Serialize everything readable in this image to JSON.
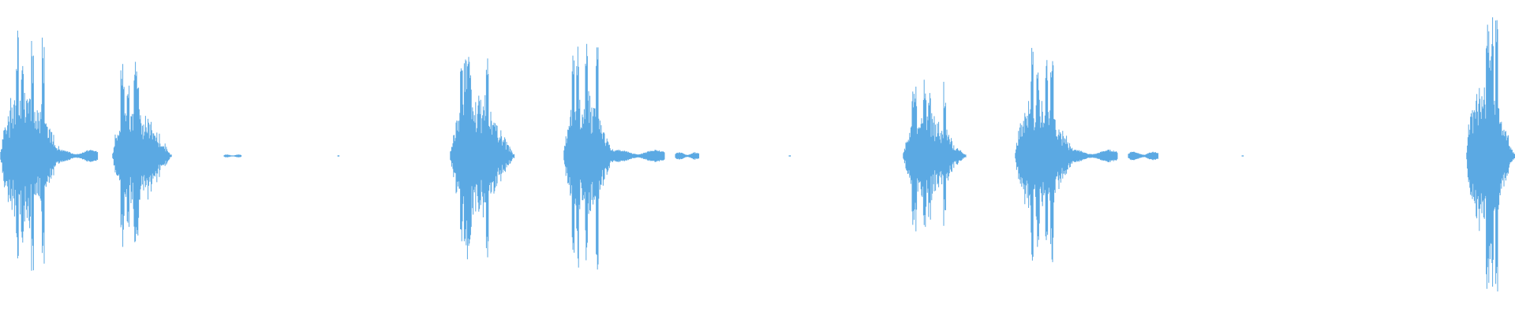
{
  "waveform": {
    "color": "#5ba9e3",
    "background": "#ffffff",
    "duration_s": 9.6,
    "bursts": [
      {
        "start_s": 0.0,
        "end_s": 0.4,
        "peak": 0.9,
        "seed": 3
      },
      {
        "start_s": 0.71,
        "end_s": 1.09,
        "peak": 0.66,
        "seed": 7
      },
      {
        "start_s": 2.85,
        "end_s": 3.26,
        "peak": 0.8,
        "seed": 11
      },
      {
        "start_s": 3.57,
        "end_s": 3.9,
        "peak": 0.84,
        "seed": 13
      },
      {
        "start_s": 5.72,
        "end_s": 6.12,
        "peak": 0.55,
        "seed": 17
      },
      {
        "start_s": 6.43,
        "end_s": 6.82,
        "peak": 0.78,
        "seed": 19
      },
      {
        "start_s": 9.29,
        "end_s": 9.6,
        "peak": 0.99,
        "seed": 23
      }
    ],
    "tails": [
      {
        "start_s": 0.35,
        "end_s": 0.62,
        "level": 0.05
      },
      {
        "start_s": 1.42,
        "end_s": 1.53,
        "level": 0.012
      },
      {
        "start_s": 2.14,
        "end_s": 2.15,
        "level": 0.006
      },
      {
        "start_s": 3.87,
        "end_s": 4.21,
        "level": 0.05
      },
      {
        "start_s": 4.28,
        "end_s": 4.43,
        "level": 0.03
      },
      {
        "start_s": 5.0,
        "end_s": 5.01,
        "level": 0.006
      },
      {
        "start_s": 6.76,
        "end_s": 7.08,
        "level": 0.05
      },
      {
        "start_s": 7.15,
        "end_s": 7.34,
        "level": 0.035
      },
      {
        "start_s": 7.87,
        "end_s": 7.88,
        "level": 0.006
      }
    ]
  }
}
